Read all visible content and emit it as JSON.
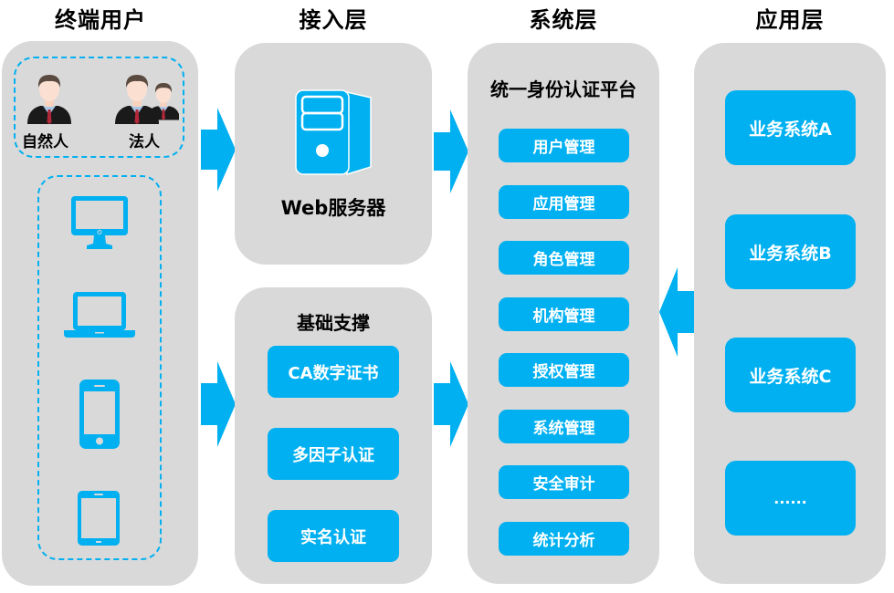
{
  "columns": {
    "end_user": "终端用户",
    "access": "接入层",
    "system": "系统层",
    "application": "应用层"
  },
  "end_user": {
    "people": [
      {
        "label": "自然人",
        "icon": "person-icon"
      },
      {
        "label": "法人",
        "icon": "people-group-icon"
      }
    ],
    "devices": [
      {
        "icon": "desktop-monitor-icon"
      },
      {
        "icon": "laptop-icon"
      },
      {
        "icon": "smartphone-icon"
      },
      {
        "icon": "tablet-icon"
      }
    ]
  },
  "access": {
    "web_server": {
      "label": "Web服务器",
      "icon": "server-tower-icon"
    },
    "foundation": {
      "title": "基础支撑",
      "items": [
        "CA数字证书",
        "多因子认证",
        "实名认证"
      ]
    }
  },
  "system": {
    "title": "统一身份认证平台",
    "items": [
      "用户管理",
      "应用管理",
      "角色管理",
      "机构管理",
      "授权管理",
      "系统管理",
      "安全审计",
      "统计分析"
    ]
  },
  "application": {
    "items": [
      "业务系统A",
      "业务系统B",
      "业务系统C",
      "......"
    ]
  },
  "colors": {
    "accent": "#00b0f0",
    "panel": "#d9d9d9",
    "text": "#000000",
    "button_text": "#ffffff"
  }
}
